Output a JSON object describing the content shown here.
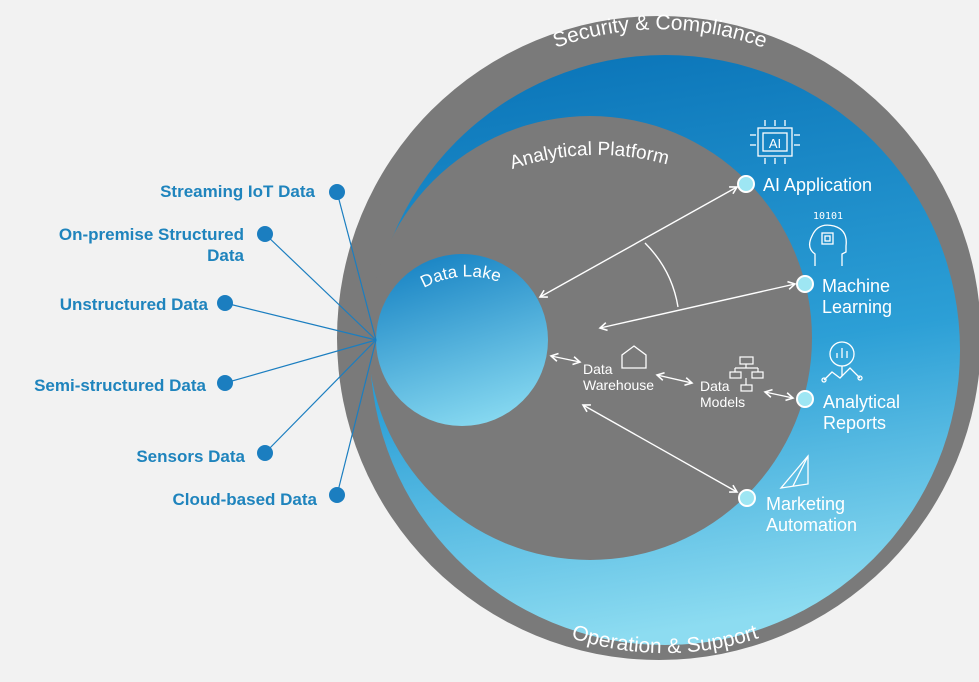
{
  "rings": {
    "outer_top": "Security & Compliance",
    "outer_bottom": "Operation & Support",
    "inner": "Analytical Platform",
    "lake": "Data Lake"
  },
  "sources": [
    {
      "lines": [
        "Streaming IoT Data"
      ]
    },
    {
      "lines": [
        "On-premise Structured",
        "Data"
      ]
    },
    {
      "lines": [
        "Unstructured Data"
      ]
    },
    {
      "lines": [
        "Semi-structured Data"
      ]
    },
    {
      "lines": [
        "Sensors Data"
      ]
    },
    {
      "lines": [
        "Cloud-based Data"
      ]
    }
  ],
  "center": {
    "warehouse": [
      "Data",
      "Warehouse"
    ],
    "models": [
      "Data",
      "Models"
    ]
  },
  "outputs": [
    {
      "lines": [
        "AI Application"
      ],
      "icon": "ai-chip-icon"
    },
    {
      "lines": [
        "Machine",
        "Learning"
      ],
      "icon": "ml-head-icon",
      "badge": "10101"
    },
    {
      "lines": [
        "Analytical",
        "Reports"
      ],
      "icon": "analytics-icon"
    },
    {
      "lines": [
        "Marketing",
        "Automation"
      ],
      "icon": "paper-plane-icon"
    }
  ],
  "icons": {
    "ai_chip_text": "AI",
    "warehouse": "house-icon",
    "models": "flowchart-icon"
  },
  "colors": {
    "background": "#f2f2f2",
    "outer_ring": "#7a7a7a",
    "blue_dark": "#0a74b8",
    "blue_light": "#7dd6ee",
    "source_text": "#1f84bd",
    "dot": "#1b7ec0",
    "node": "#9ee6f3"
  }
}
